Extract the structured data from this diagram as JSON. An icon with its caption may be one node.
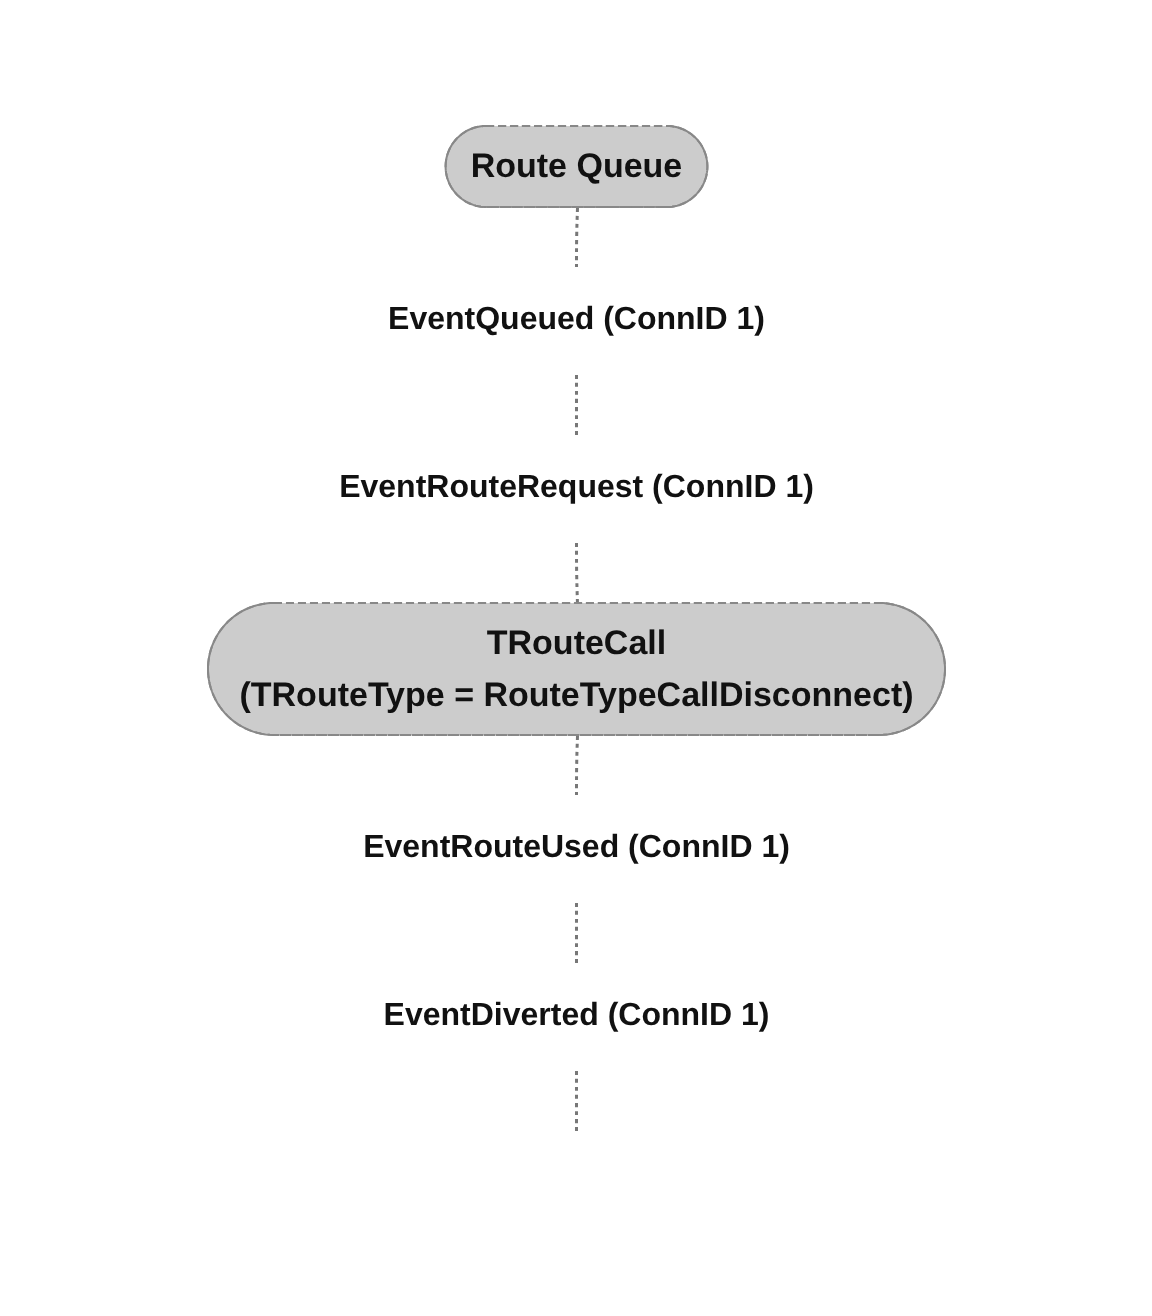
{
  "diagram": {
    "nodes": [
      {
        "text": [
          "Route Queue"
        ]
      },
      {
        "text": [
          "EventQueued (ConnID 1)"
        ]
      },
      {
        "text": [
          "EventRouteRequest (ConnID 1)"
        ]
      },
      {
        "text": [
          "TRouteCall",
          "(TRouteType = RouteTypeCallDisconnect)"
        ]
      },
      {
        "text": [
          "EventRouteUsed (ConnID 1)"
        ]
      },
      {
        "text": [
          "EventDiverted (ConnID 1)"
        ]
      }
    ],
    "edges": [
      {
        "from": 0,
        "to": 1,
        "arrow": "none",
        "style": "dashed"
      },
      {
        "from": 1,
        "to": 2,
        "arrow": "none",
        "style": "dashed"
      },
      {
        "from": 2,
        "to": 3,
        "arrow": "none",
        "style": "dashed"
      },
      {
        "from": 3,
        "to": 4,
        "arrow": "none",
        "style": "dashed"
      },
      {
        "from": 4,
        "to": 5,
        "arrow": "none",
        "style": "dashed"
      },
      {
        "from": 5,
        "to": null,
        "arrow": "none",
        "style": "dashed"
      }
    ]
  }
}
